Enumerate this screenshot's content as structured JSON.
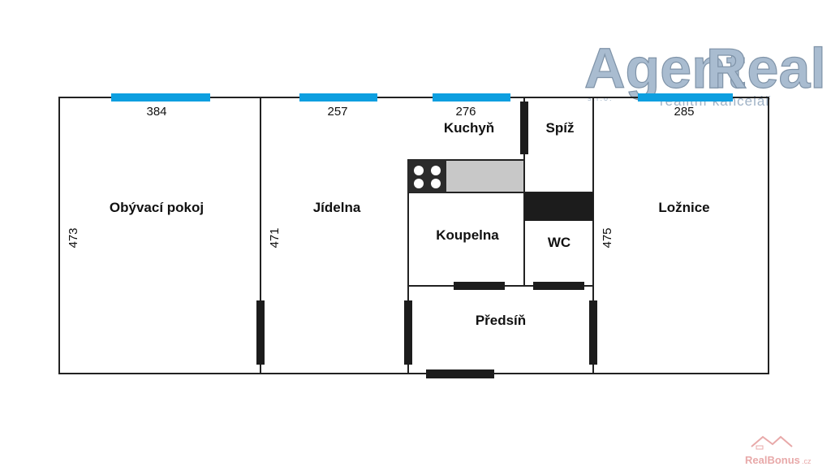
{
  "logo": {
    "brand_part1": "Agent",
    "brand_part2": "Real",
    "legal_form": "s.r.o.",
    "tagline": "realitní kancelář",
    "color": "#a9bcd0"
  },
  "rooms": {
    "living_room": "Obývací pokoj",
    "dining_room": "Jídelna",
    "kitchen": "Kuchyň",
    "pantry": "Spíž",
    "bathroom": "Koupelna",
    "wc": "WC",
    "bedroom": "Ložnice",
    "hallway": "Předsíň"
  },
  "dimensions": {
    "living_width": "384",
    "dining_width": "257",
    "kitchen_width": "276",
    "bedroom_width": "285",
    "living_depth": "473",
    "dining_depth": "471",
    "bedroom_depth": "475"
  },
  "watermark": {
    "text": "RealBonus",
    "tld": ".cz",
    "color": "#e8a9a9"
  },
  "colors": {
    "wall": "#222222",
    "window": "#0d9fe0",
    "door": "#1c1c1c",
    "counter": "#c8c8c8"
  }
}
